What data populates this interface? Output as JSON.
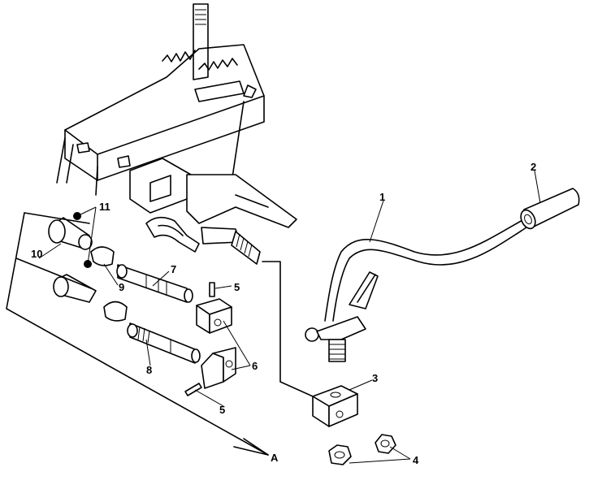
{
  "diagram": {
    "callouts": [
      {
        "id": "c1",
        "text": "1"
      },
      {
        "id": "c2",
        "text": "2"
      },
      {
        "id": "c3",
        "text": "3"
      },
      {
        "id": "c4",
        "text": "4"
      },
      {
        "id": "c5a",
        "text": "5"
      },
      {
        "id": "c5b",
        "text": "5"
      },
      {
        "id": "c6",
        "text": "6"
      },
      {
        "id": "c7",
        "text": "7"
      },
      {
        "id": "c8",
        "text": "8"
      },
      {
        "id": "c9",
        "text": "9"
      },
      {
        "id": "c10",
        "text": "10"
      },
      {
        "id": "c11",
        "text": "11"
      },
      {
        "id": "cA",
        "text": "A"
      }
    ]
  }
}
